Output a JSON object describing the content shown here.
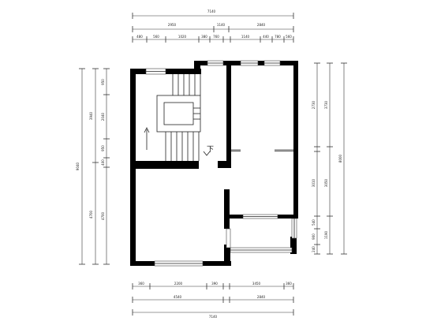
{
  "top_dims": {
    "overall": "7140",
    "row2": [
      "2950",
      "1140",
      "2840"
    ],
    "row3": [
      "480",
      "560",
      "1020",
      "380",
      "760",
      "1140",
      "440",
      "780",
      "560"
    ]
  },
  "bottom_dims": {
    "row1": [
      "360",
      "2200",
      "390",
      "3450",
      "360"
    ],
    "row2": [
      "4540",
      "2840"
    ],
    "overall": "7140"
  },
  "left_dims": {
    "overall": "9040",
    "row2": [
      "3940",
      "4700"
    ],
    "row3": [
      "950",
      "2040",
      "950",
      "400",
      "4700"
    ]
  },
  "right_dims": {
    "overall": "8000",
    "row2": [
      "3730",
      "3050",
      "1190"
    ],
    "row3": [
      "2730",
      "3010",
      "540",
      "900",
      "240"
    ]
  },
  "stair_label": "下"
}
